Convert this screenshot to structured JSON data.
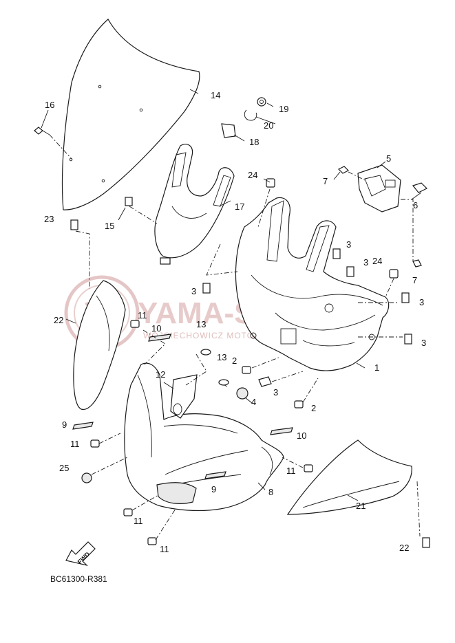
{
  "diagram": {
    "callouts": {
      "c1": "1",
      "c2a": "2",
      "c2b": "2",
      "c3a": "3",
      "c3b": "3",
      "c3c": "3",
      "c3d": "3",
      "c3e": "3",
      "c3f": "3",
      "c4": "4",
      "c5": "5",
      "c6": "6",
      "c7a": "7",
      "c7b": "7",
      "c8": "8",
      "c9a": "9",
      "c9b": "9",
      "c10a": "10",
      "c10b": "10",
      "c11a": "11",
      "c11b": "11",
      "c11c": "11",
      "c11d": "11",
      "c11e": "11",
      "c12": "12",
      "c13a": "13",
      "c13b": "13",
      "c14": "14",
      "c15": "15",
      "c16": "16",
      "c17": "17",
      "c18": "18",
      "c19": "19",
      "c20": "20",
      "c21": "21",
      "c22a": "22",
      "c22b": "22",
      "c23": "23",
      "c24a": "24",
      "c24b": "24",
      "c25": "25"
    },
    "fwd_label": "FWD",
    "diagram_code": "BC61300-R381"
  },
  "watermark": {
    "main_text": "YAMA-SHOP.PL",
    "sub_text": "WOJCIECHOWICZ MOTOR YAMAHA",
    "color": "#d4a0a0"
  },
  "icons": {
    "watermark_logo": "tuning-fork-logo-icon",
    "forward_arrow": "fwd-arrow-icon"
  }
}
